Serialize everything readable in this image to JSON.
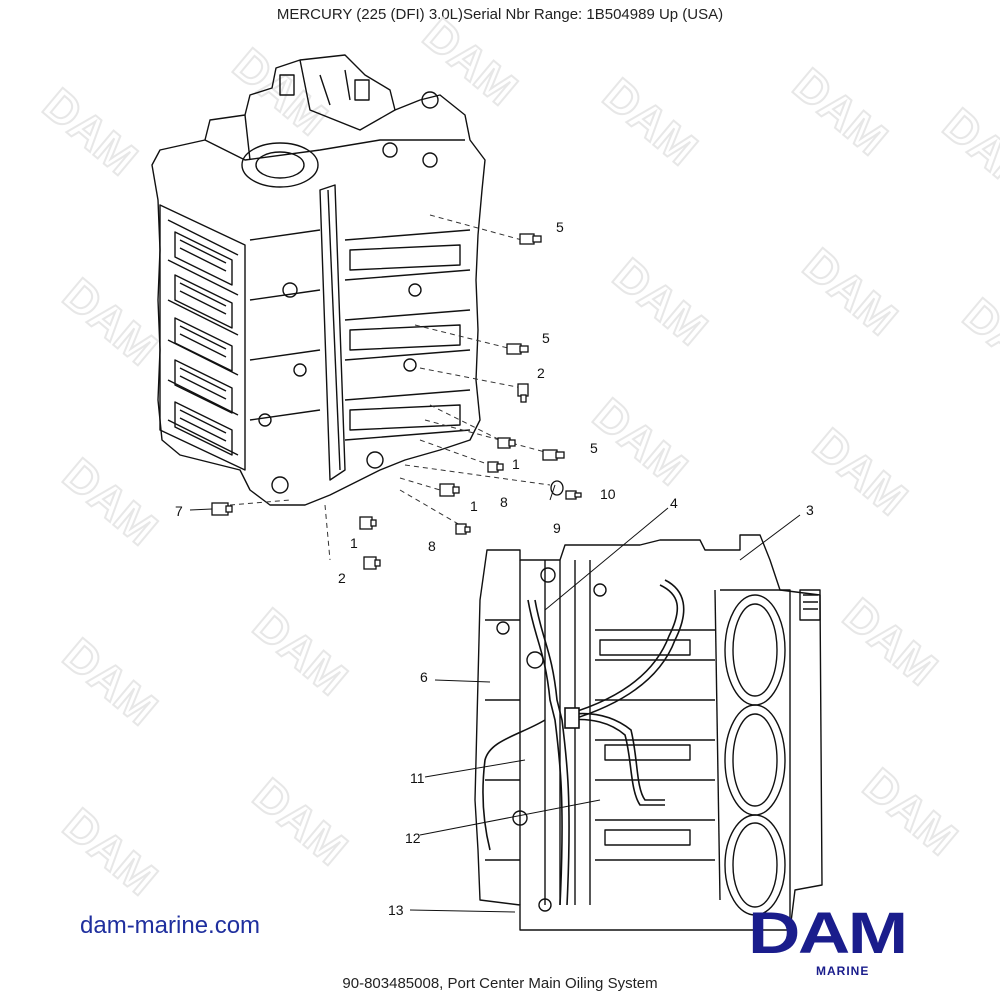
{
  "header": {
    "title": "MERCURY (225 (DFI) 3.0L)Serial Nbr Range: 1B504989  Up (USA)"
  },
  "footer": {
    "caption": "90-803485008, Port Center Main Oiling System"
  },
  "site": {
    "url": "dam-marine.com"
  },
  "logo": {
    "main": "DAM",
    "sub": "MARINE",
    "color": "#1a1d8c"
  },
  "watermark": {
    "text": "DAM"
  },
  "callouts": [
    {
      "id": "c5a",
      "label": "5"
    },
    {
      "id": "c5b",
      "label": "5"
    },
    {
      "id": "c2a",
      "label": "2"
    },
    {
      "id": "c5c",
      "label": "5"
    },
    {
      "id": "c1a",
      "label": "1"
    },
    {
      "id": "c8a",
      "label": "8"
    },
    {
      "id": "c10",
      "label": "10"
    },
    {
      "id": "c9",
      "label": "9"
    },
    {
      "id": "c1b",
      "label": "1"
    },
    {
      "id": "c7",
      "label": "7"
    },
    {
      "id": "c1c",
      "label": "1"
    },
    {
      "id": "c8b",
      "label": "8"
    },
    {
      "id": "c2b",
      "label": "2"
    },
    {
      "id": "c4",
      "label": "4"
    },
    {
      "id": "c3",
      "label": "3"
    },
    {
      "id": "c6",
      "label": "6"
    },
    {
      "id": "c11",
      "label": "11"
    },
    {
      "id": "c12",
      "label": "12"
    },
    {
      "id": "c13",
      "label": "13"
    }
  ]
}
